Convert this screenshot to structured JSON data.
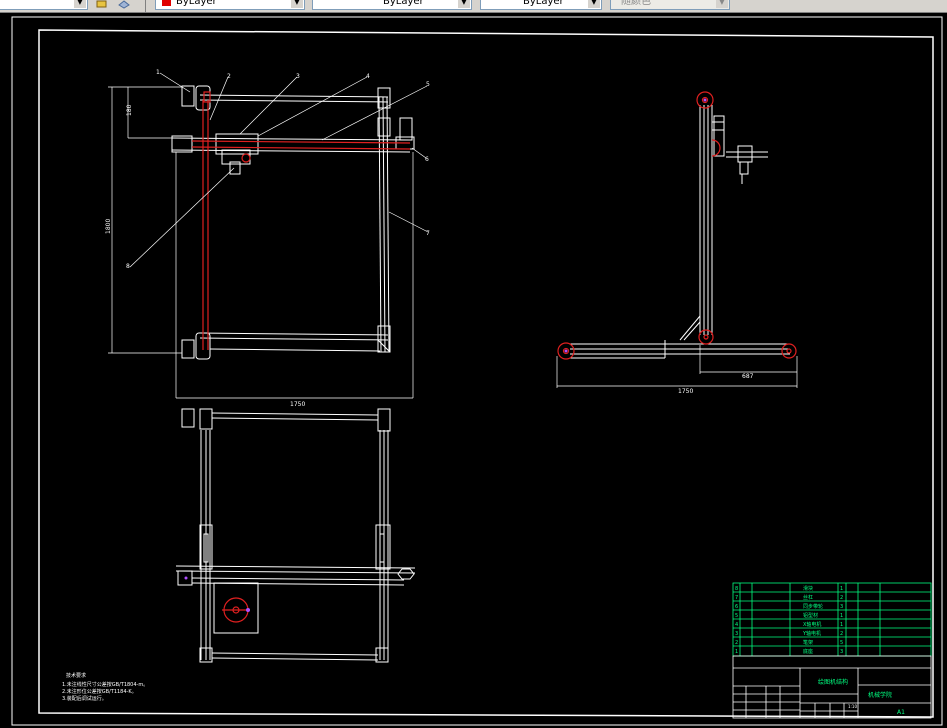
{
  "toolbar": {
    "color_value": "ByLayer",
    "linetype_value": "ByLayer",
    "lineweight_value": "ByLayer",
    "plotstyle_value": "随颜色"
  },
  "drawing": {
    "dims": {
      "front_height_top": "180",
      "front_height_total": "1800",
      "front_width": "1750",
      "side_width": "1750",
      "side_offset": "687"
    },
    "balloons": {
      "b1": "1",
      "b2": "2",
      "b3": "3",
      "b4": "4",
      "b5": "5",
      "b6": "6",
      "b7": "7",
      "b8": "8"
    },
    "notes": {
      "heading": "技术要求",
      "line1": "1.未注线性尺寸公差按GB/T1804-m。",
      "line2": "2.未注形位公差按GB/T1184-K。",
      "line3": "3.装配后调试运行。"
    },
    "title_block": {
      "assembly_title": "绘图机结构",
      "company": "机械学院",
      "sheet_size": "A1",
      "scale": "1:10",
      "bom_rows": [
        {
          "no": "8",
          "name": "滑块",
          "qty": "1"
        },
        {
          "no": "7",
          "name": "丝杠",
          "qty": "2"
        },
        {
          "no": "6",
          "name": "同步带轮",
          "qty": "3"
        },
        {
          "no": "5",
          "name": "铝型材",
          "qty": "1"
        },
        {
          "no": "4",
          "name": "X轴电机",
          "qty": "1"
        },
        {
          "no": "3",
          "name": "Y轴电机",
          "qty": "2"
        },
        {
          "no": "2",
          "name": "笔架",
          "qty": "5"
        },
        {
          "no": "1",
          "name": "底座",
          "qty": "3"
        }
      ]
    }
  }
}
